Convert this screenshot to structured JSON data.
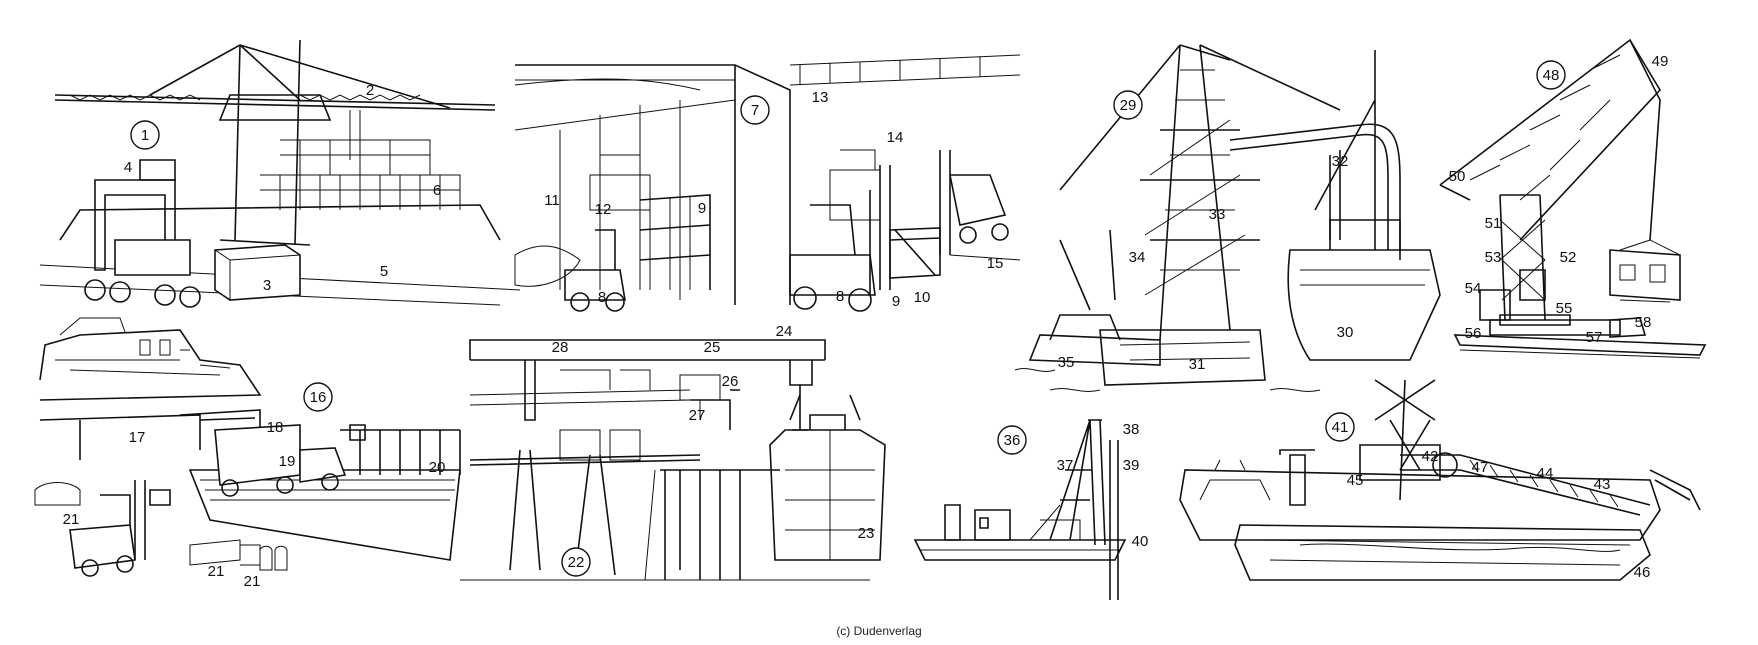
{
  "copyright": "(c) Dudenverlag",
  "panels": [
    {
      "id": "p1",
      "section": "1"
    },
    {
      "id": "p7",
      "section": "7"
    },
    {
      "id": "p16",
      "section": "16"
    },
    {
      "id": "p22",
      "section": "22"
    },
    {
      "id": "p29",
      "section": "29"
    },
    {
      "id": "p36",
      "section": "36"
    },
    {
      "id": "p41",
      "section": "41"
    },
    {
      "id": "p48",
      "section": "48"
    }
  ],
  "labels": {
    "n2": "2",
    "n3": "3",
    "n4": "4",
    "n5": "5",
    "n6": "6",
    "n8a": "8",
    "n8b": "8",
    "n9a": "9",
    "n9b": "9",
    "n10": "10",
    "n11": "11",
    "n12": "12",
    "n13": "13",
    "n14": "14",
    "n15": "15",
    "n17": "17",
    "n18": "18",
    "n19": "19",
    "n20": "20",
    "n21a": "21",
    "n21b": "21",
    "n21c": "21",
    "n23": "23",
    "n24": "24",
    "n25": "25",
    "n26": "26",
    "n27": "27",
    "n28": "28",
    "n30": "30",
    "n31": "31",
    "n32": "32",
    "n33": "33",
    "n34": "34",
    "n35": "35",
    "n37": "37",
    "n38": "38",
    "n39": "39",
    "n40": "40",
    "n42": "42",
    "n43": "43",
    "n44": "44",
    "n45": "45",
    "n46": "46",
    "n47": "47",
    "n49": "49",
    "n50": "50",
    "n51": "51",
    "n52": "52",
    "n53": "53",
    "n54": "54",
    "n55": "55",
    "n56": "56",
    "n57": "57",
    "n58": "58"
  }
}
